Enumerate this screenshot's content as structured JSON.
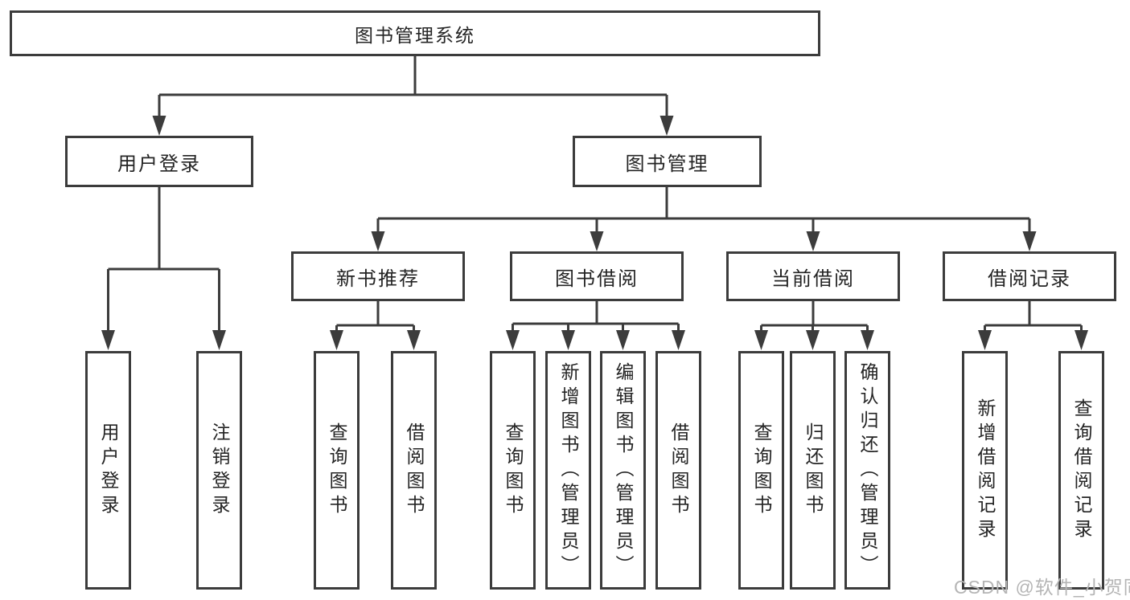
{
  "colors": {
    "background": "#ffffff",
    "line": "#3c3c3c",
    "box_border": "#3c3c3c",
    "text": "#242424",
    "watermark": "#b5b5b5"
  },
  "watermark": {
    "text": "CSDN @软件_小贺同学"
  },
  "tree": {
    "root": {
      "label": "图书管理系统",
      "children": [
        {
          "label": "用户登录",
          "children": [
            {
              "label": "用户登录"
            },
            {
              "label": "注销登录"
            }
          ]
        },
        {
          "label": "图书管理",
          "children": [
            {
              "label": "新书推荐",
              "children": [
                {
                  "label": "查询图书"
                },
                {
                  "label": "借阅图书"
                }
              ]
            },
            {
              "label": "图书借阅",
              "children": [
                {
                  "label": "查询图书"
                },
                {
                  "label": "新增图书（管理员）"
                },
                {
                  "label": "编辑图书（管理员）"
                },
                {
                  "label": "借阅图书"
                }
              ]
            },
            {
              "label": "当前借阅",
              "children": [
                {
                  "label": "查询图书"
                },
                {
                  "label": "归还图书"
                },
                {
                  "label": "确认归还（管理员）"
                }
              ]
            },
            {
              "label": "借阅记录",
              "children": [
                {
                  "label": "新增借阅记录"
                },
                {
                  "label": "查询借阅记录"
                }
              ]
            }
          ]
        }
      ]
    }
  }
}
